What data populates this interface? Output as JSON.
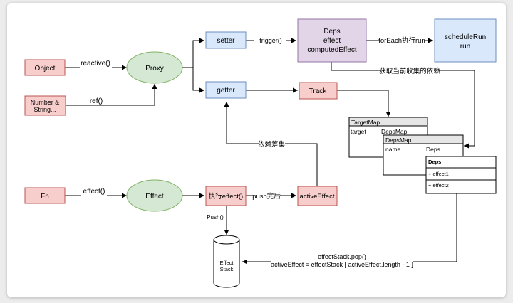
{
  "nodes": {
    "object": "Object",
    "number_string_1": "Number &",
    "number_string_2": "String...",
    "proxy": "Proxy",
    "setter": "setter",
    "getter": "getter",
    "deps_1": "Deps",
    "deps_2": "effect",
    "deps_3": "computedEffect",
    "schedule_1": "scheduleRun",
    "schedule_2": "run",
    "track": "Track",
    "fn": "Fn",
    "effect": "Effect",
    "exec_effect": "执行effect()",
    "active_effect": "activeEffect",
    "stack_1": "Effect",
    "stack_2": "Stack"
  },
  "edges": {
    "reactive": "reactive()",
    "ref": "ref()",
    "trigger": "trigger()",
    "foreach": "forEach执行run",
    "collect": "获取当前收集的依赖",
    "depend": "依赖筹集",
    "effect_call": "effect()",
    "push_done": "push完后",
    "push": "Push()",
    "pop_1": "effectStack.pop()",
    "pop_2": "activeEffect = effectStack [ activeEffect.length - 1 ]"
  },
  "tables": {
    "target_map": {
      "title": "TargetMap",
      "key": "target",
      "value": "DepsMap"
    },
    "deps_map": {
      "title": "DepsMap",
      "key": "name",
      "value": "Deps"
    },
    "deps": {
      "title": "Deps",
      "row1": "+ effect1",
      "row2": "+ effect2"
    }
  },
  "colors": {
    "red_fill": "#f8cecc",
    "red_stroke": "#b85450",
    "green_fill": "#d5e8d4",
    "green_stroke": "#82b366",
    "blue_fill": "#dae8fc",
    "blue_stroke": "#6c8ebf",
    "purple_fill": "#e1d5e7",
    "purple_stroke": "#9673a6"
  }
}
